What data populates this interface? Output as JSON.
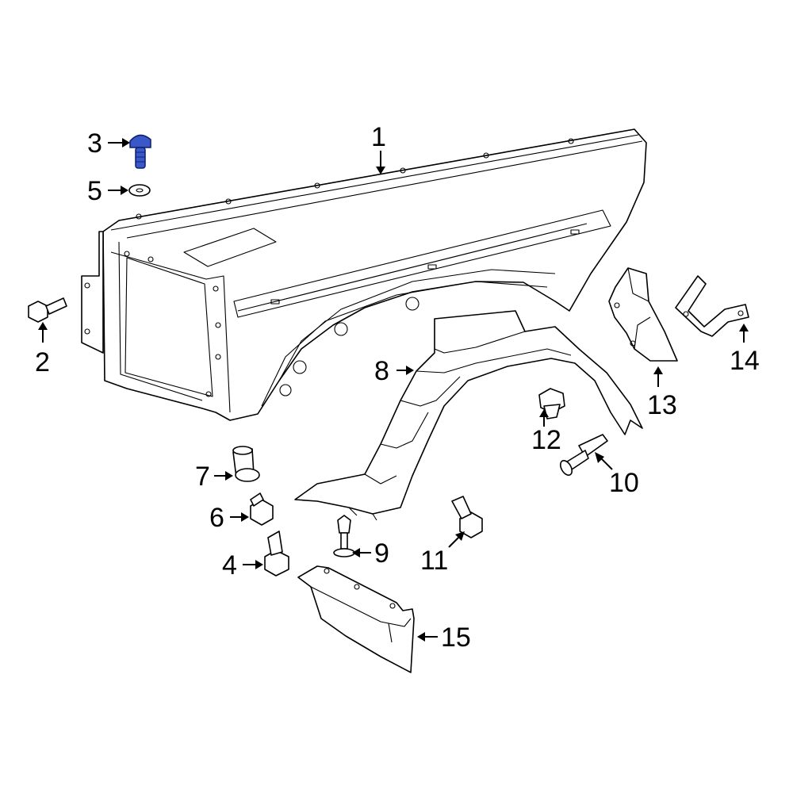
{
  "callouts": {
    "c1": "1",
    "c2": "2",
    "c3": "3",
    "c4": "4",
    "c5": "5",
    "c6": "6",
    "c7": "7",
    "c8": "8",
    "c9": "9",
    "c10": "10",
    "c11": "11",
    "c12": "12",
    "c13": "13",
    "c14": "14",
    "c15": "15"
  },
  "colors": {
    "highlight": "#3a58c8",
    "line": "#000000",
    "background": "#ffffff"
  },
  "highlighted_part": "3"
}
